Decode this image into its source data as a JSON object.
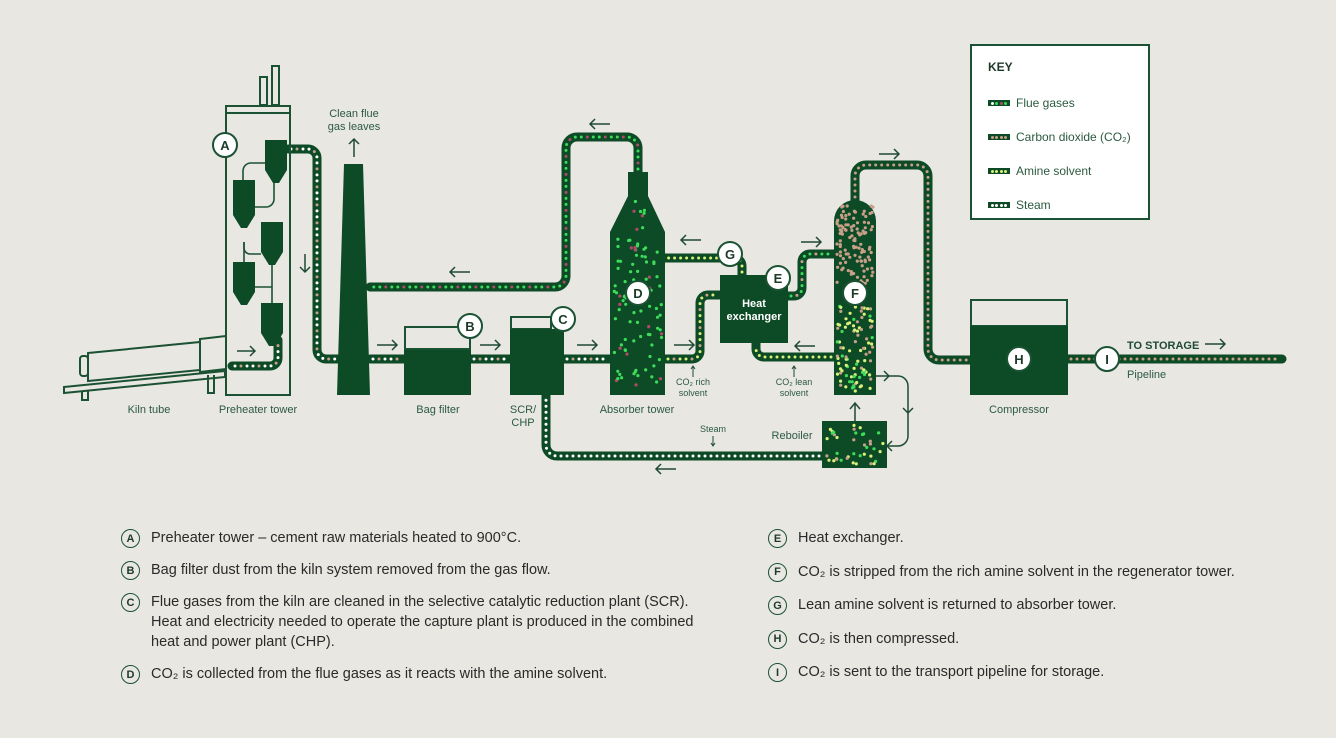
{
  "key": {
    "title": "KEY",
    "items": [
      {
        "label": "Flue gases",
        "dots": [
          "#ffffff",
          "#3ddc5a",
          "#b04a6a",
          "#3ddc5a"
        ]
      },
      {
        "label": "Carbon dioxide (CO₂)",
        "dots": [
          "#c8a089",
          "#c8a089",
          "#c8a089",
          "#c8a089"
        ]
      },
      {
        "label": "Amine solvent",
        "dots": [
          "#d9f07a",
          "#d9f07a",
          "#d9f07a",
          "#d9f07a"
        ]
      },
      {
        "label": "Steam",
        "dots": [
          "#ffffff",
          "#ffffff",
          "#ffffff",
          "#ffffff"
        ]
      }
    ]
  },
  "colors": {
    "background": "#e8e7e1",
    "equipment": "#0d4a26",
    "outline": "#1b5233",
    "flue_dot_green": "#3ddc5a",
    "flue_dot_red": "#b04a6a",
    "co2_dot": "#c8a089",
    "amine_dot": "#d9f07a",
    "steam_dot": "#ffffff"
  },
  "diagram": {
    "labels": {
      "kiln_tube": "Kiln tube",
      "preheater_tower": "Preheater tower",
      "clean_flue_1": "Clean flue",
      "clean_flue_2": "gas leaves",
      "bag_filter": "Bag filter",
      "scr_1": "SCR/",
      "scr_2": "CHP",
      "absorber_tower": "Absorber tower",
      "co2_rich_1": "CO₂ rich",
      "co2_rich_2": "solvent",
      "co2_lean_1": "CO₂ lean",
      "co2_lean_2": "solvent",
      "heat_exchanger_1": "Heat",
      "heat_exchanger_2": "exchanger",
      "steam": "Steam",
      "reboiler": "Reboiler",
      "compressor": "Compressor",
      "to_storage": "TO STORAGE",
      "pipeline": "Pipeline"
    },
    "badges": {
      "a": "A",
      "b": "B",
      "c": "C",
      "d": "D",
      "e": "E",
      "f": "F",
      "g": "G",
      "h": "H",
      "i": "I"
    }
  },
  "legend": {
    "left": [
      {
        "badge": "A",
        "text": "Preheater tower – cement raw materials heated to 900°C."
      },
      {
        "badge": "B",
        "text": "Bag filter dust from the kiln system removed from the gas flow."
      },
      {
        "badge": "C",
        "text": "Flue gases from the kiln are cleaned in the selective catalytic reduction plant (SCR). Heat and electricity needed to operate the capture plant is produced in the combined heat and power plant (CHP)."
      },
      {
        "badge": "D",
        "text": "CO₂ is collected from the flue gases as it reacts with the amine solvent."
      }
    ],
    "right": [
      {
        "badge": "E",
        "text": "Heat exchanger."
      },
      {
        "badge": "F",
        "text": "CO₂ is stripped from the rich amine solvent in the regenerator tower."
      },
      {
        "badge": "G",
        "text": "Lean amine solvent is returned to absorber tower."
      },
      {
        "badge": "H",
        "text": "CO₂ is then compressed."
      },
      {
        "badge": "I",
        "text": "CO₂ is sent to the transport pipeline for storage."
      }
    ]
  }
}
